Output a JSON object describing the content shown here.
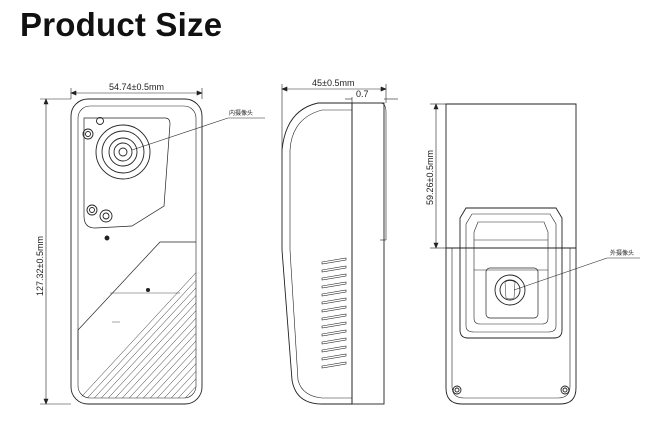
{
  "title": "Product Size",
  "front_view": {
    "width_dim": "54.74±0.5mm",
    "height_dim": "127.32±0.5mm",
    "camera_label": "内摄像头"
  },
  "side_view": {
    "depth_dim": "45±0.5mm",
    "offset_dim": "0.7"
  },
  "back_view": {
    "height_dim": "59.26±0.5mm",
    "camera_label": "外摄像头"
  },
  "colors": {
    "line": "#222222",
    "text": "#111111"
  }
}
